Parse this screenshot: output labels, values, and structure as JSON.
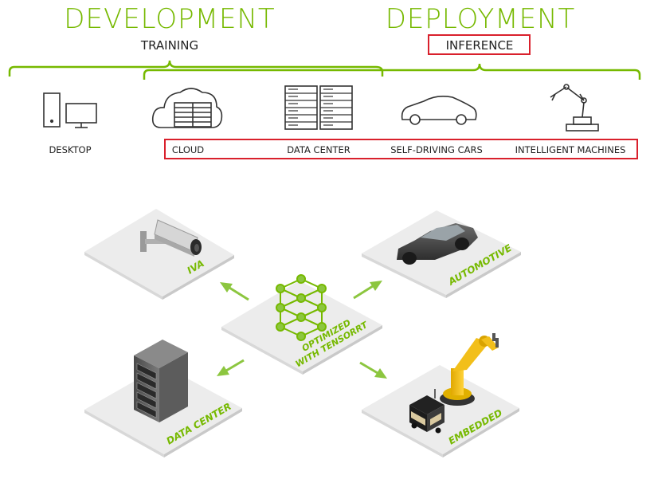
{
  "header": {
    "development_title": "DEVELOPMENT",
    "development_subtitle": "TRAINING",
    "deployment_title": "DEPLOYMENT",
    "deployment_subtitle": "INFERENCE"
  },
  "categories": {
    "desktop": "DESKTOP",
    "cloud": "CLOUD",
    "data_center": "DATA CENTER",
    "self_driving_cars": "SELF-DRIVING CARS",
    "intelligent_machines": "INTELLIGENT MACHINES"
  },
  "platforms": {
    "iva": "IVA",
    "automotive": "AUTOMOTIVE",
    "center_line1": "OPTIMIZED",
    "center_line2": "WITH TENSORRT",
    "data_center": "DATA CENTER",
    "embedded": "EMBEDDED"
  },
  "colors": {
    "brand_green": "#76b900",
    "highlight_red": "#d9202c",
    "text_dark": "#222222",
    "platform_fill": "#ececec",
    "arrow_green": "#8cc63f"
  },
  "icons": [
    "desktop-icon",
    "cloud-icon",
    "server-rack-icon",
    "car-icon",
    "robot-arm-icon",
    "security-camera-icon",
    "neural-network-icon",
    "server-tower-icon",
    "delivery-robot-icon"
  ]
}
